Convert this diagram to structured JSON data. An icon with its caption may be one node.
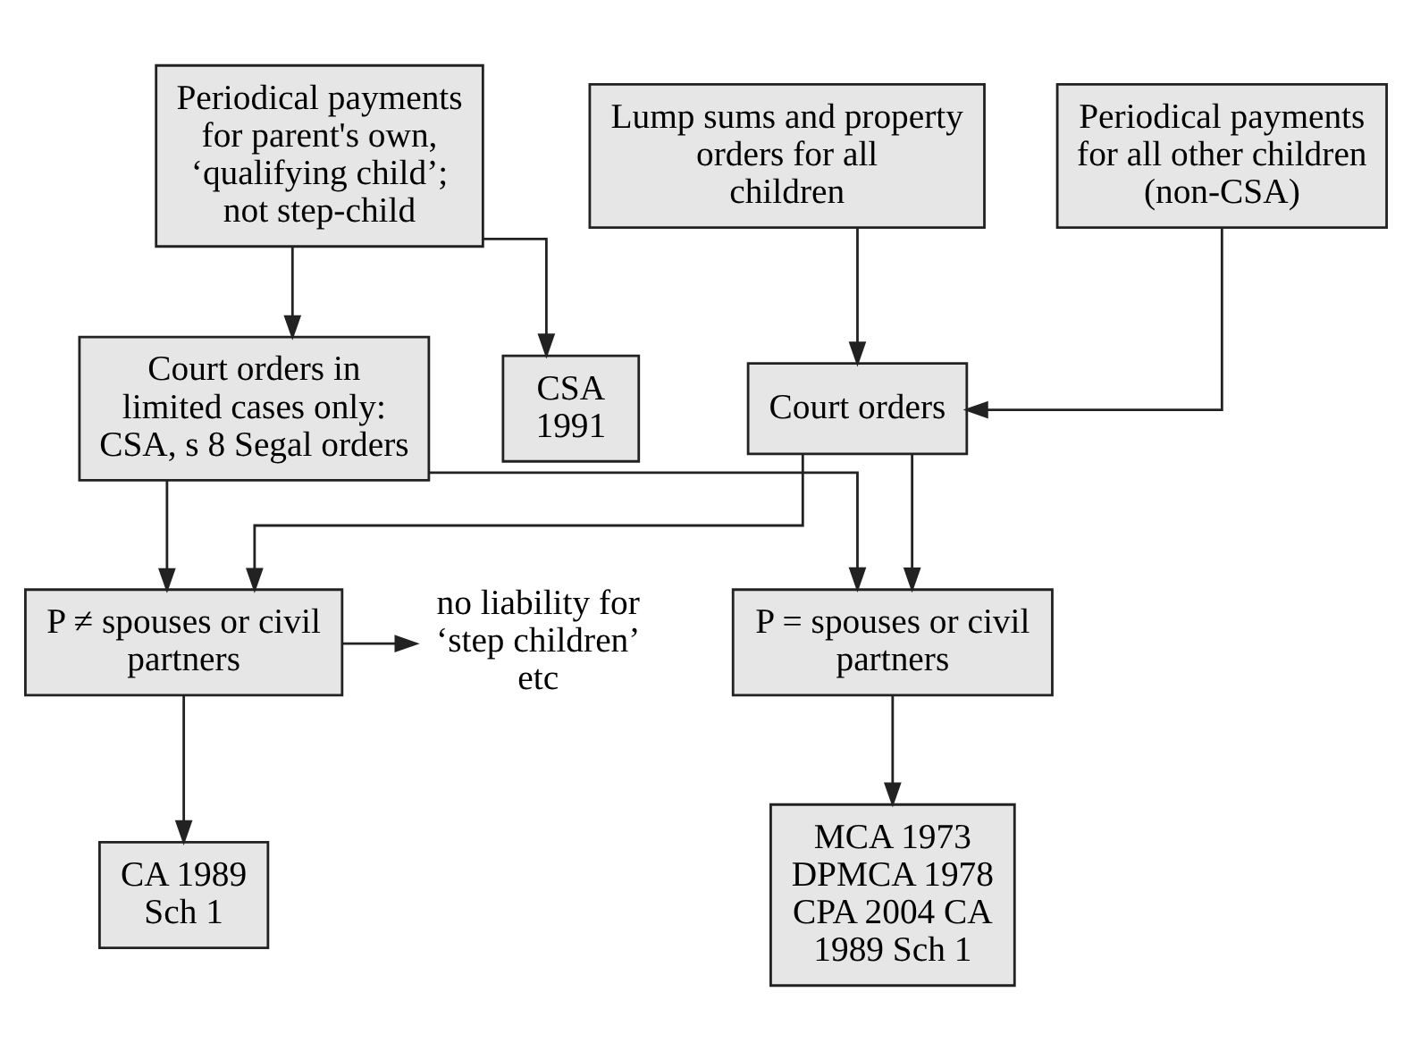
{
  "diagram": {
    "nodes": [
      {
        "text": [
          "Periodical payments for parent's own, ‘qualifying child’; not step-child"
        ]
      },
      {
        "text": [
          "Periodical payments for all other children (non-CSA)"
        ]
      },
      {
        "text": [
          "Lump sums and property orders for all children"
        ]
      },
      {
        "text": [
          "CSA 1991"
        ]
      },
      {
        "text": [
          "Court orders in limited cases only: CSA, s 8 Segal orders"
        ]
      },
      {
        "text": [
          "Court orders"
        ]
      },
      {
        "text": [
          "P = spouses or civil partners"
        ]
      },
      {
        "text": [
          "P ≠ spouses or civil partners"
        ]
      },
      {
        "text": [
          "no liability for ‘step children’ etc"
        ]
      },
      {
        "text": [
          "MCA 1973 DPMCA 1978 CPA 2004 CA 1989 Sch 1"
        ]
      },
      {
        "text": [
          "CA 1989 Sch 1"
        ]
      }
    ],
    "edges": [
      {
        "from": 0,
        "to": 3,
        "arrow": "to"
      },
      {
        "from": 0,
        "to": 4,
        "arrow": "to"
      },
      {
        "from": 1,
        "to": 5,
        "arrow": "to"
      },
      {
        "from": 2,
        "to": 5,
        "arrow": "to"
      },
      {
        "from": 4,
        "to": 6,
        "arrow": "to"
      },
      {
        "from": 4,
        "to": 7,
        "arrow": "to"
      },
      {
        "from": 5,
        "to": 6,
        "arrow": "to"
      },
      {
        "from": 5,
        "to": 7,
        "arrow": "to"
      },
      {
        "from": 7,
        "to": 8,
        "arrow": "to"
      },
      {
        "from": 6,
        "to": 9,
        "arrow": "to"
      },
      {
        "from": 7,
        "to": 10,
        "arrow": "to"
      }
    ]
  }
}
